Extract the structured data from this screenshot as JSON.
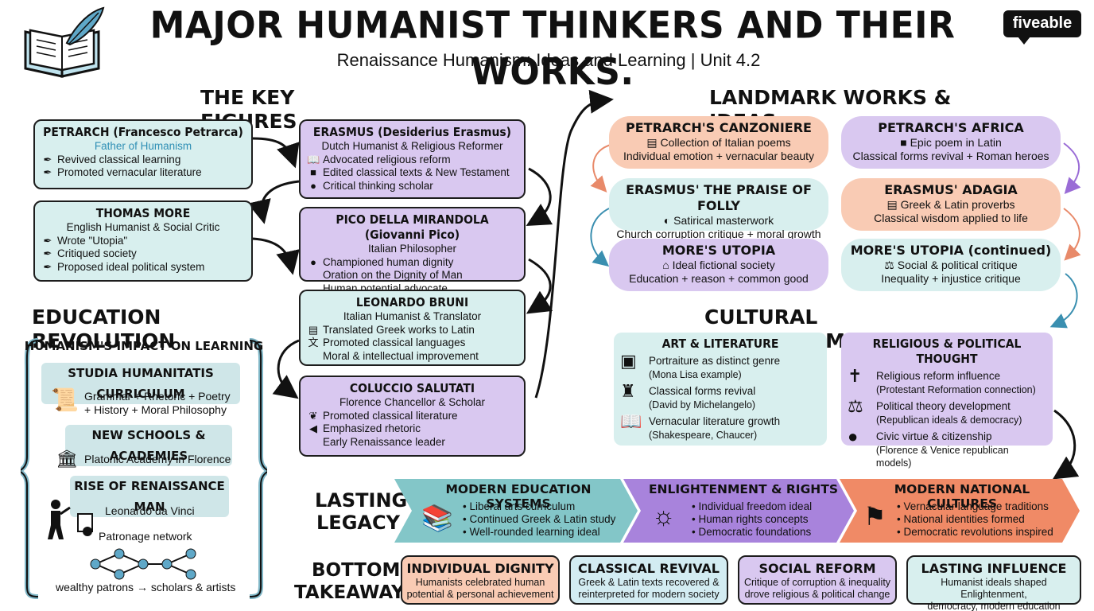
{
  "header": {
    "title": "MAJOR HUMANIST THINKERS AND THEIR WORKS.",
    "subtitle": "Renaissance Humanism: Ideas and Learning | Unit 4.2",
    "logo": "fiveable"
  },
  "sections": {
    "key_figures": "THE KEY FIGURES",
    "landmark": "LANDMARK WORKS & IDEAS",
    "education": "EDUCATION REVOLUTION",
    "cultural": "CULTURAL TRANSFORMATION",
    "legacy_l1": "LASTING",
    "legacy_l2": "LEGACY",
    "takeaways_l1": "BOTTOM",
    "takeaways_l2": "TAKEAWAYS"
  },
  "figures": {
    "petrarch": {
      "title": "PETRARCH (Francesco Petrarca)",
      "subtitle": "Father of Humanism",
      "items": [
        "Revived classical learning",
        "Promoted vernacular literature"
      ]
    },
    "more": {
      "title": "THOMAS MORE",
      "subtitle": "English Humanist & Social Critic",
      "items": [
        "Wrote \"Utopia\"",
        "Critiqued society",
        "Proposed ideal political system"
      ]
    },
    "erasmus": {
      "title": "ERASMUS (Desiderius Erasmus)",
      "subtitle": "Dutch Humanist & Religious Reformer",
      "items": [
        "Advocated religious reform",
        "Edited classical texts & New Testament",
        "Critical thinking scholar"
      ]
    },
    "pico": {
      "title": "PICO DELLA MIRANDOLA (Giovanni Pico)",
      "subtitle": "Italian Philosopher",
      "items": [
        "Championed human dignity",
        "Oration on the Dignity of Man",
        "Human potential advocate"
      ]
    },
    "bruni": {
      "title": "LEONARDO BRUNI",
      "subtitle": "Italian Humanist & Translator",
      "items": [
        "Translated Greek works to Latin",
        "Promoted classical languages",
        "Moral & intellectual improvement"
      ]
    },
    "salutati": {
      "title": "COLUCCIO SALUTATI",
      "subtitle": "Florence Chancellor & Scholar",
      "items": [
        "Promoted classical literature",
        "Emphasized rhetoric",
        "Early Renaissance leader"
      ]
    }
  },
  "works": [
    {
      "title": "PETRARCH'S CANZONIERE",
      "l1": "Collection of Italian poems",
      "l2": "Individual emotion + vernacular beauty"
    },
    {
      "title": "PETRARCH'S AFRICA",
      "l1": "Epic poem in Latin",
      "l2": "Classical forms revival + Roman heroes"
    },
    {
      "title": "ERASMUS' THE PRAISE OF FOLLY",
      "l1": "Satirical masterwork",
      "l2": "Church corruption critique + moral growth"
    },
    {
      "title": "ERASMUS' ADAGIA",
      "l1": "Greek & Latin proverbs",
      "l2": "Classical wisdom applied to life"
    },
    {
      "title": "MORE'S UTOPIA",
      "l1": "Ideal fictional society",
      "l2": "Education + reason + common good"
    },
    {
      "title": "MORE'S UTOPIA (continued)",
      "l1": "Social & political critique",
      "l2": "Inequality + injustice critique"
    }
  ],
  "education": {
    "impact": "HUMANISM'S IMPACT ON LEARNING",
    "studia": "STUDIA HUMANITATIS CURRICULUM",
    "studia_l1": "Grammar + Rhetoric + Poetry",
    "studia_l2": "+ History + Moral Philosophy",
    "schools": "NEW SCHOOLS & ACADEMIES",
    "academy": "Platonic Academy in Florence",
    "man": "RISE OF RENAISSANCE MAN",
    "leonardo": "Leonardo da Vinci",
    "patronage": "Patronage network",
    "patrons": "wealthy patrons → scholars & artists"
  },
  "cultural": {
    "art": {
      "title": "ART & LITERATURE",
      "items": [
        {
          "main": "Portraiture as distinct genre",
          "sub": "(Mona Lisa example)"
        },
        {
          "main": "Classical forms revival",
          "sub": "(David by Michelangelo)"
        },
        {
          "main": "Vernacular literature growth",
          "sub": "(Shakespeare, Chaucer)"
        }
      ]
    },
    "religious": {
      "title": "RELIGIOUS & POLITICAL THOUGHT",
      "items": [
        {
          "main": "Religious reform influence",
          "sub": "(Protestant Reformation connection)"
        },
        {
          "main": "Political theory development",
          "sub": "(Republican ideals & democracy)"
        },
        {
          "main": "Civic virtue & citizenship",
          "sub": "(Florence & Venice republican models)"
        }
      ]
    }
  },
  "legacy": [
    {
      "title": "MODERN EDUCATION SYSTEMS",
      "items": [
        "Liberal arts curriculum",
        "Continued Greek & Latin study",
        "Well-rounded learning ideal"
      ]
    },
    {
      "title": "ENLIGHTENMENT & RIGHTS",
      "items": [
        "Individual freedom ideal",
        "Human rights concepts",
        "Democratic foundations"
      ]
    },
    {
      "title": "MODERN NATIONAL CULTURES",
      "items": [
        "Vernacular language traditions",
        "National identities formed",
        "Democratic revolutions inspired"
      ]
    }
  ],
  "takeaways": [
    {
      "title": "INDIVIDUAL DIGNITY",
      "l1": "Humanists celebrated human",
      "l2": "potential & personal achievement"
    },
    {
      "title": "CLASSICAL REVIVAL",
      "l1": "Greek & Latin texts recovered &",
      "l2": "reinterpreted for modern society"
    },
    {
      "title": "SOCIAL REFORM",
      "l1": "Critique of corruption & inequality",
      "l2": "drove religious & political change"
    },
    {
      "title": "LASTING INFLUENCE",
      "l1": "Humanist ideals shaped Enlightenment,",
      "l2": "democracy, modern education"
    }
  ]
}
